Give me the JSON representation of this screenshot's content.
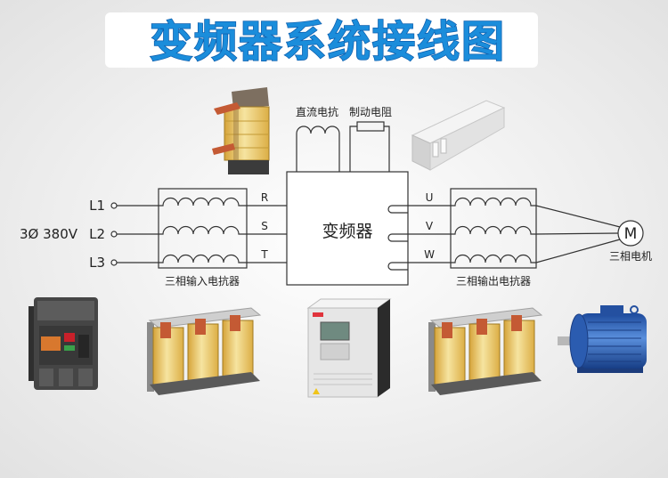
{
  "title": "变频器系统接线图",
  "supply": {
    "voltage": "3Ø 380V",
    "lines": [
      "L1",
      "L2",
      "L3"
    ]
  },
  "input_reactor": {
    "label": "三相输入电抗器",
    "terminals": [
      "R",
      "S",
      "T"
    ]
  },
  "vfd": {
    "label": "变频器"
  },
  "dc_reactor": {
    "label": "直流电抗"
  },
  "braking_resistor": {
    "label": "制动电阻"
  },
  "output_reactor": {
    "label": "三相输出电抗器",
    "terminals": [
      "U",
      "V",
      "W"
    ]
  },
  "motor": {
    "symbol": "M",
    "label": "三相电机"
  },
  "colors": {
    "title": "#1b8ddb",
    "title_outline": "#0e5fae",
    "wire": "#333333",
    "coil_yellow": "#f2d46e",
    "copper": "#c45a34",
    "motor_blue": "#2b5cb0"
  },
  "icons": {
    "dc_reactor": "dc-reactor-photo",
    "braking_resistor": "braking-resistor-photo",
    "breaker": "circuit-breaker-photo",
    "input_reactor": "input-reactor-photo",
    "vfd": "vfd-drive-photo",
    "output_reactor": "output-reactor-photo",
    "motor": "motor-photo"
  }
}
